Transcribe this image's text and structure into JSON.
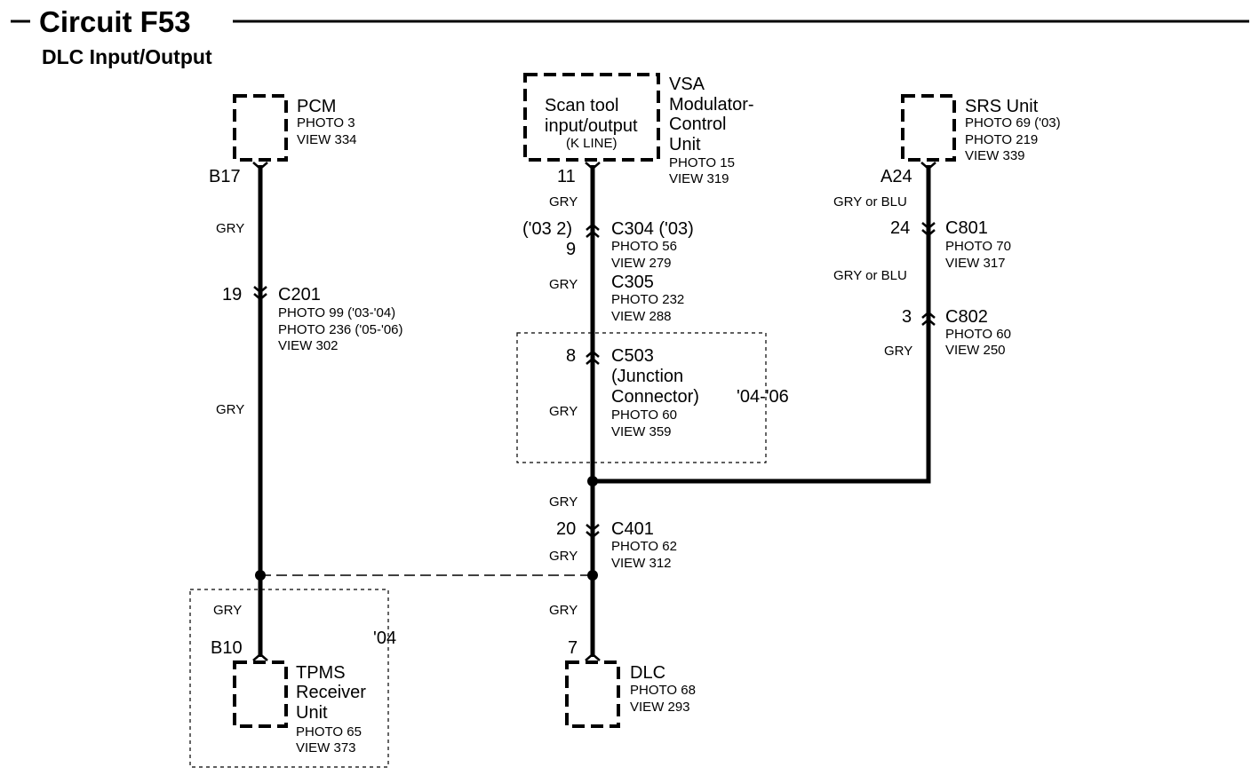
{
  "header": {
    "title": "Circuit F53",
    "subtitle": "DLC Input/Output"
  },
  "pcm": {
    "name": "PCM",
    "photo": "PHOTO 3",
    "view": "VIEW 334",
    "pin": "B17"
  },
  "vsa": {
    "box_line1": "Scan tool",
    "box_line2": "input/output",
    "box_line3": "(K LINE)",
    "name_line1": "VSA",
    "name_line2": "Modulator-",
    "name_line3": "Control",
    "name_line4": "Unit",
    "photo": "PHOTO 15",
    "view": "VIEW 319",
    "pin": "11"
  },
  "srs": {
    "name": "SRS Unit",
    "photo1": "PHOTO 69 ('03)",
    "photo2": "PHOTO 219",
    "view": "VIEW 339",
    "pin": "A24"
  },
  "c201": {
    "name": "C201",
    "pin": "19",
    "photo1": "PHOTO 99 ('03-'04)",
    "photo2": "PHOTO 236 ('05-'06)",
    "view": "VIEW 302"
  },
  "c304": {
    "name": "C304 ('03)",
    "pin": "('03 2)",
    "pin2": "9",
    "photo": "PHOTO 56",
    "view": "VIEW 279"
  },
  "c305": {
    "name": "C305",
    "photo": "PHOTO 232",
    "view": "VIEW 288"
  },
  "c503": {
    "pin": "8",
    "name1": "C503",
    "name2": "(Junction",
    "name3": "Connector)",
    "photo": "PHOTO 60",
    "view": "VIEW 359",
    "years": "'04-'06"
  },
  "c801": {
    "name": "C801",
    "pin": "24",
    "photo": "PHOTO 70",
    "view": "VIEW 317"
  },
  "c802": {
    "name": "C802",
    "pin": "3",
    "photo": "PHOTO 60",
    "view": "VIEW 250"
  },
  "c401": {
    "name": "C401",
    "pin": "20",
    "photo": "PHOTO 62",
    "view": "VIEW 312"
  },
  "tpms": {
    "pin": "B10",
    "name1": "TPMS",
    "name2": "Receiver",
    "name3": "Unit",
    "photo": "PHOTO 65",
    "view": "VIEW 373",
    "year": "'04"
  },
  "dlc": {
    "pin": "7",
    "name": "DLC",
    "photo": "PHOTO 68",
    "view": "VIEW 293"
  },
  "wires": {
    "left1": "GRY",
    "left2": "GRY",
    "left3": "GRY",
    "mid1": "GRY",
    "mid2": "GRY",
    "mid3": "GRY",
    "mid4": "GRY",
    "mid5": "GRY",
    "mid6": "GRY",
    "right1": "GRY or BLU",
    "right2": "GRY or BLU",
    "right3": "GRY"
  }
}
